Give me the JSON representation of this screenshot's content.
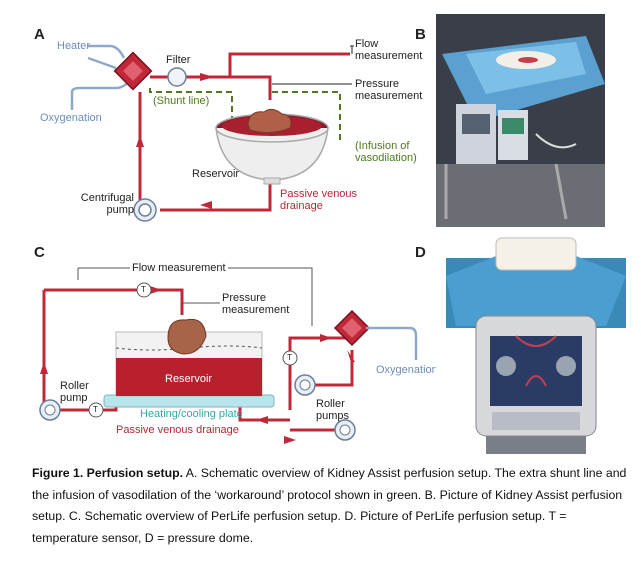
{
  "panels": {
    "a": {
      "letter": "A",
      "heater": "Heater",
      "oxygenation": "Oxygenation",
      "filter": "Filter",
      "shunt": "(Shunt line)",
      "flow": "Flow measurement",
      "pressure": "Pressure measurement",
      "infusion": "(Infusion of vasodilation)",
      "reservoir": "Reservoir",
      "passive": "Passive venous drainage",
      "pump": "Centrifugal pump"
    },
    "b": {
      "letter": "B"
    },
    "c": {
      "letter": "C",
      "flow": "Flow measurement",
      "pressure": "Pressure measurement",
      "reservoir": "Reservoir",
      "plate": "Heating/cooling plate",
      "passive": "Passive venous drainage",
      "roller_left": "Roller pump",
      "roller_right": "Roller pumps",
      "oxygenation": "Oxygenation",
      "t": "T"
    },
    "d": {
      "letter": "D"
    }
  },
  "caption": {
    "label": "Figure 1. Perfusion setup.",
    "text": " A. Schematic overview of Kidney Assist perfusion setup. The extra shunt line and the infusion of vasodilation of the ‘workaround’ protocol shown in green. B. Picture of Kidney Assist perfusion setup. C. Schematic overview of PerLife perfusion setup. D. Picture of PerLife perfusion setup.  T = temperature sensor, D = pressure dome."
  }
}
